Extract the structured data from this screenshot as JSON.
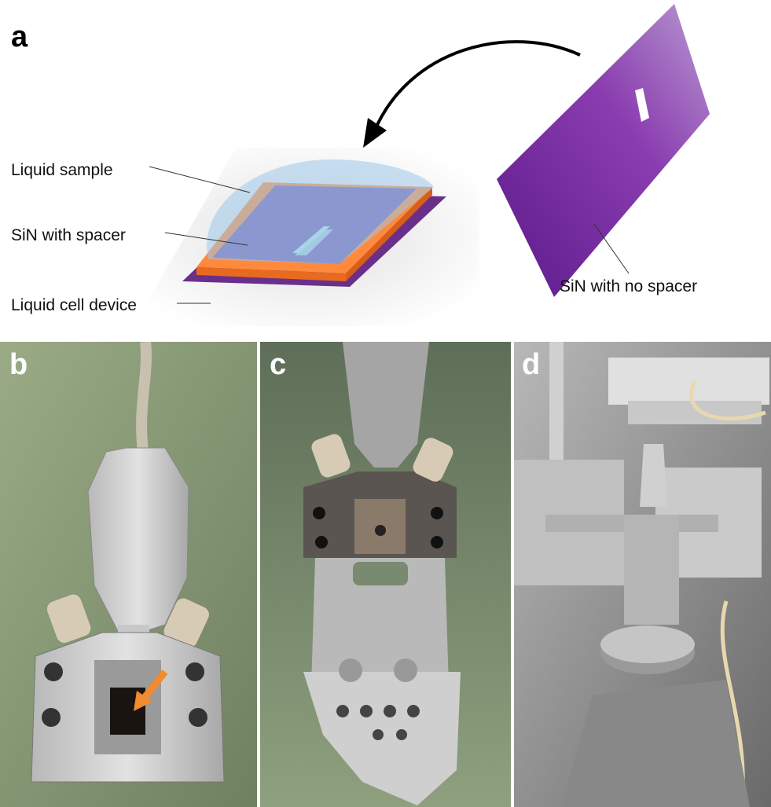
{
  "panels": {
    "a": {
      "letter": "a"
    },
    "b": {
      "letter": "b"
    },
    "c": {
      "letter": "c"
    },
    "d": {
      "letter": "d"
    }
  },
  "labels": {
    "liquid_sample": "Liquid sample",
    "sin_with_spacer": "SiN with spacer",
    "liquid_cell_device": "Liquid cell device",
    "sin_with_no_spacer": "SiN with no spacer"
  },
  "colors": {
    "sin_purple": "#7a2a9e",
    "spacer_orange": "#ff8a3d",
    "liquid_blue": "#9ec8ea",
    "device_purple": "#6a2f8a",
    "arrow_orange": "#f28a30"
  }
}
